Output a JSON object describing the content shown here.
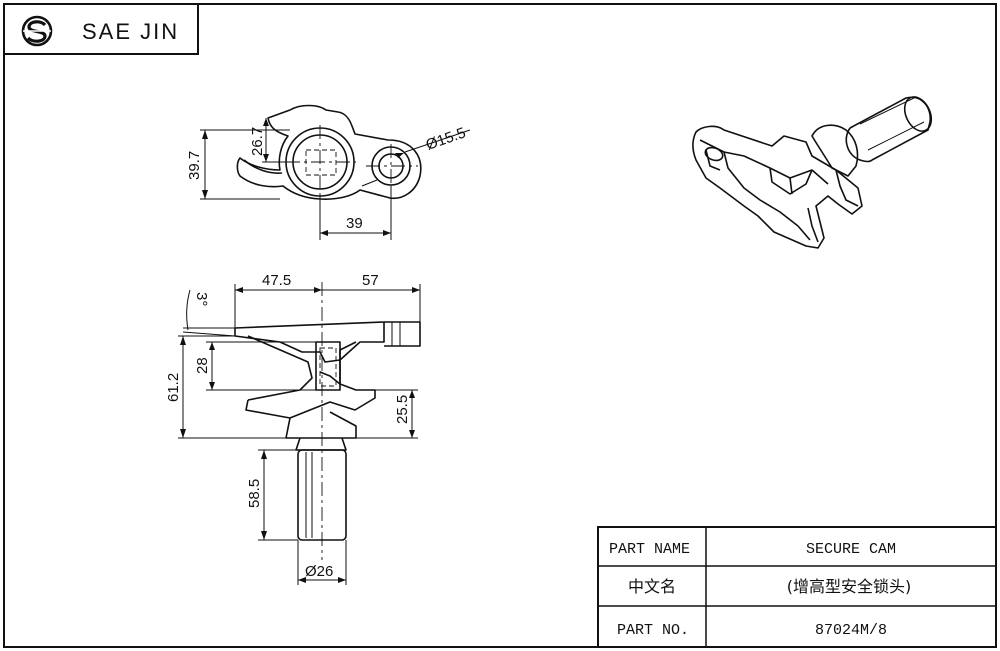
{
  "logo": {
    "icon": "sj-circle-logo-icon",
    "brand": "SAE JIN"
  },
  "top_view": {
    "dim_height": "39.7",
    "dim_inner": "26.7",
    "dim_hole": "Ø15.5",
    "dim_offset": "39"
  },
  "front_view": {
    "dim_angle": "3°",
    "dim_left_width": "47.5",
    "dim_right_width": "57",
    "dim_overall_height": "61.2",
    "dim_slot": "28",
    "dim_lower": "25.5",
    "dim_shaft_length": "58.5",
    "dim_shaft_dia": "Ø26"
  },
  "iso_view": {
    "icon": "isometric-cam-icon"
  },
  "title_block": {
    "rows": [
      {
        "label": "PART NAME",
        "value": "SECURE CAM"
      },
      {
        "label": "中文名",
        "value": "(增高型安全锁头)"
      },
      {
        "label": "PART NO.",
        "value": "87024M/8"
      }
    ]
  },
  "colors": {
    "line": "#111111",
    "background": "#ffffff"
  }
}
